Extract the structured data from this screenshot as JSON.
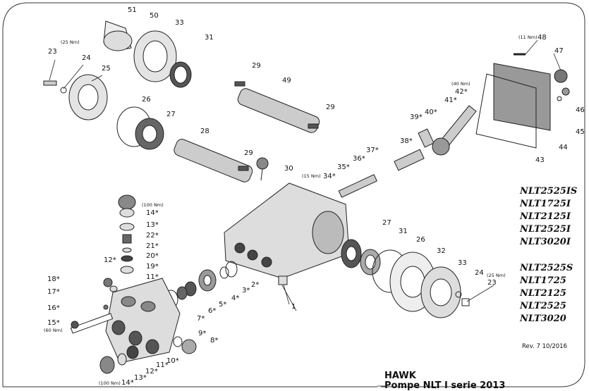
{
  "parts": [
    {
      "id": "51"
    },
    {
      "id": "50"
    },
    {
      "id": "33"
    },
    {
      "id": "31"
    },
    {
      "id": "23"
    },
    {
      "id": "24"
    },
    {
      "id": "25"
    },
    {
      "id": "26"
    },
    {
      "id": "27"
    },
    {
      "id": "29"
    },
    {
      "id": "49"
    },
    {
      "id": "29"
    },
    {
      "id": "28"
    },
    {
      "id": "29"
    },
    {
      "id": "30"
    },
    {
      "id": "34*"
    },
    {
      "id": "35*"
    },
    {
      "id": "36*"
    },
    {
      "id": "37*"
    },
    {
      "id": "38*"
    },
    {
      "id": "39*"
    },
    {
      "id": "40*"
    },
    {
      "id": "41*"
    },
    {
      "id": "42*"
    },
    {
      "id": "48"
    },
    {
      "id": "47"
    },
    {
      "id": "46"
    },
    {
      "id": "45"
    },
    {
      "id": "44"
    },
    {
      "id": "43"
    },
    {
      "id": "27"
    },
    {
      "id": "31"
    },
    {
      "id": "26"
    },
    {
      "id": "32"
    },
    {
      "id": "33"
    },
    {
      "id": "24"
    },
    {
      "id": "23"
    },
    {
      "id": "1"
    },
    {
      "id": "2*"
    },
    {
      "id": "3*"
    },
    {
      "id": "4*"
    },
    {
      "id": "5*"
    },
    {
      "id": "6*"
    },
    {
      "id": "7*"
    },
    {
      "id": "8*"
    },
    {
      "id": "9*"
    },
    {
      "id": "10*"
    },
    {
      "id": "11*"
    },
    {
      "id": "12*"
    },
    {
      "id": "13*"
    },
    {
      "id": "14*"
    },
    {
      "id": "14*"
    },
    {
      "id": "13*"
    },
    {
      "id": "22*"
    },
    {
      "id": "21*"
    },
    {
      "id": "20*"
    },
    {
      "id": "19*"
    },
    {
      "id": "11*"
    },
    {
      "id": "12*"
    },
    {
      "id": "18*"
    },
    {
      "id": "17*"
    },
    {
      "id": "16*"
    },
    {
      "id": "15*"
    }
  ],
  "torques": [
    "(25 Nm)",
    "(15 Nm)",
    "(40 Nm)",
    "(11 Nm)",
    "(25 Nm)",
    "(100 Nm)",
    "(100 Nm)",
    "(60 Nm)"
  ],
  "models_group1": [
    "NLT2525IS",
    "NLT1725I",
    "NLT2125I",
    "NLT2525I",
    "NLT3020I"
  ],
  "models_group2": [
    "NLT2525S",
    "NLT1725",
    "NLT2125",
    "NLT2525",
    "NLT3020"
  ],
  "revision": "Rev. 7 10/2016",
  "brand": "HAWK",
  "subtitle": "Pompe NLT I serie 2013"
}
